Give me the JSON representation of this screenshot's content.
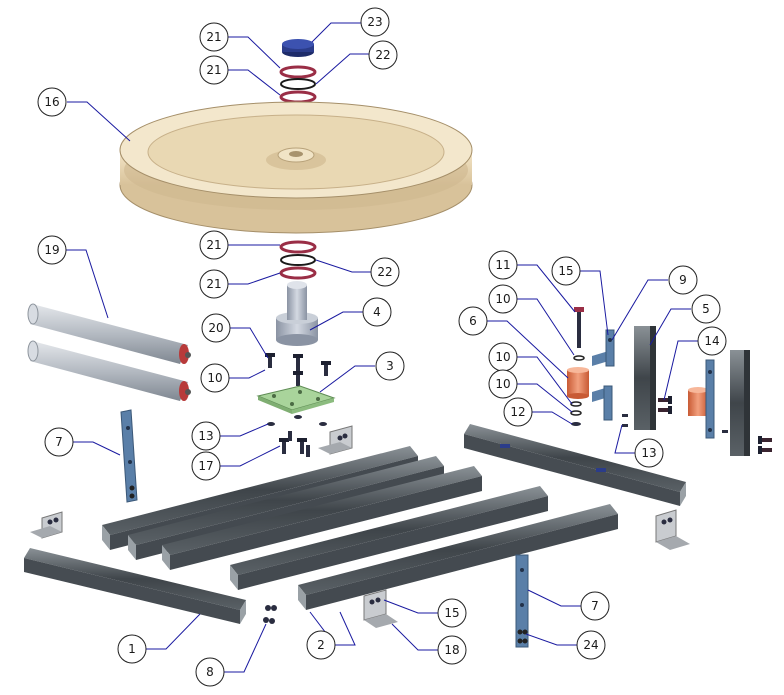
{
  "colors": {
    "leader": "#1a1aa0",
    "bubble_stroke": "#222222",
    "bubble_fill": "#ffffff",
    "extrusion": "#4d5358",
    "extrusion_light": "#8a9196",
    "pulley": "#eedcb8",
    "roller": "#b9bec6",
    "roller_cap": "#b83a3a",
    "plate": "#a9d49b",
    "bracket": "#5a7fa8",
    "spacer": "#e47c52",
    "washer": "#9a2e46",
    "cap": "#1e2c6a"
  },
  "balloons": [
    {
      "label": "23"
    },
    {
      "label": "21"
    },
    {
      "label": "22"
    },
    {
      "label": "21"
    },
    {
      "label": "16"
    },
    {
      "label": "21"
    },
    {
      "label": "22"
    },
    {
      "label": "21"
    },
    {
      "label": "19"
    },
    {
      "label": "4"
    },
    {
      "label": "20"
    },
    {
      "label": "3"
    },
    {
      "label": "10"
    },
    {
      "label": "13"
    },
    {
      "label": "17"
    },
    {
      "label": "7"
    },
    {
      "label": "11"
    },
    {
      "label": "15"
    },
    {
      "label": "9"
    },
    {
      "label": "10"
    },
    {
      "label": "6"
    },
    {
      "label": "5"
    },
    {
      "label": "14"
    },
    {
      "label": "10"
    },
    {
      "label": "10"
    },
    {
      "label": "12"
    },
    {
      "label": "13"
    },
    {
      "label": "1"
    },
    {
      "label": "8"
    },
    {
      "label": "2"
    },
    {
      "label": "15"
    },
    {
      "label": "18"
    },
    {
      "label": "7"
    },
    {
      "label": "24"
    }
  ]
}
